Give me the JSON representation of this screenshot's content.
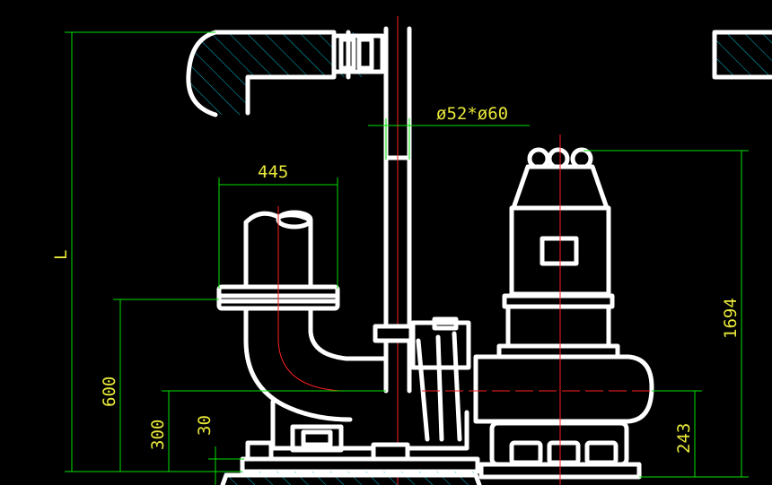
{
  "drawing": {
    "background": "#000000",
    "colors": {
      "outline": "#ffffff",
      "dimension_line": "#00e000",
      "dimension_text": "#e8e83a",
      "centerline": "#ff2020",
      "hatch": "#00b8d8"
    },
    "dimensions": {
      "guide_rail": "ø52*ø60",
      "outlet_flange_width": "445",
      "overall_length": "L",
      "outlet_height": "600",
      "coupling_height": "300",
      "base_offset": "30",
      "pump_height": "1694",
      "pump_outlet_height": "243"
    }
  }
}
